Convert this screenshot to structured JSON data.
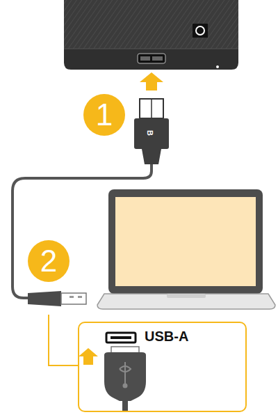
{
  "diagram": {
    "nodes": [
      {
        "text": [
          "1"
        ]
      },
      {
        "text": [
          "2"
        ]
      },
      {
        "text": [
          "USB-A"
        ]
      }
    ],
    "labels": [
      "B"
    ]
  }
}
